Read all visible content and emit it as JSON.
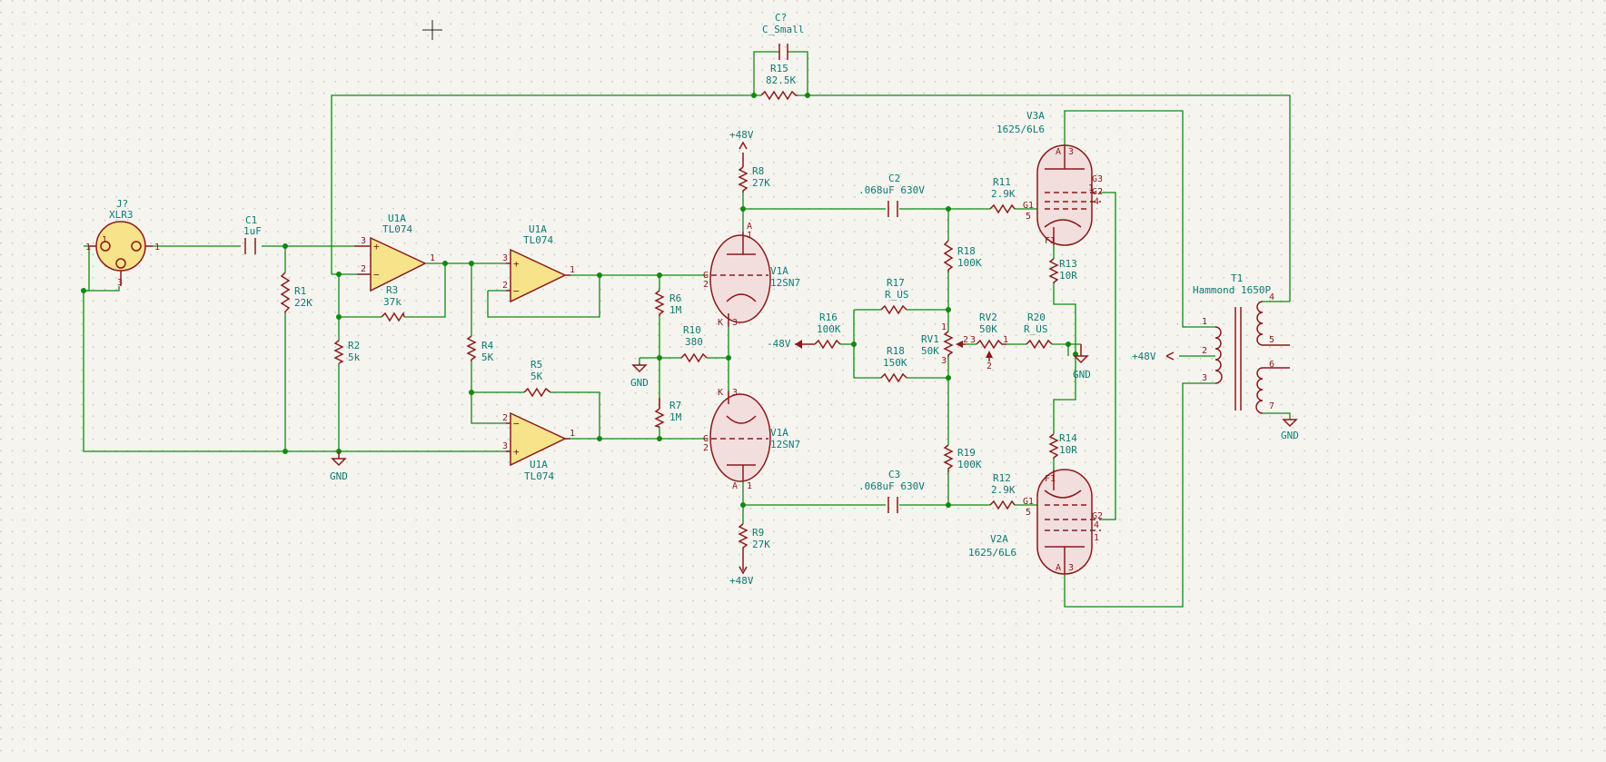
{
  "components": {
    "j1": {
      "ref": "J?",
      "value": "XLR3",
      "pins": [
        "1",
        "2",
        "1",
        "3"
      ]
    },
    "c1": {
      "ref": "C1",
      "value": "1uF"
    },
    "r1": {
      "ref": "R1",
      "value": "22K"
    },
    "u1a_1": {
      "ref": "U1A",
      "value": "TL074",
      "pins": [
        "3",
        "2",
        "1"
      ]
    },
    "u1a_2": {
      "ref": "U1A",
      "value": "TL074",
      "pins": [
        "3",
        "2",
        "1"
      ]
    },
    "u1a_3": {
      "ref": "U1A",
      "value": "TL074",
      "pins": [
        "2",
        "3",
        "1"
      ]
    },
    "r2": {
      "ref": "R2",
      "value": "5k"
    },
    "r3": {
      "ref": "R3",
      "value": "37k"
    },
    "r4": {
      "ref": "R4",
      "value": "5K"
    },
    "r5": {
      "ref": "R5",
      "value": "5K"
    },
    "r6": {
      "ref": "R6",
      "value": "1M"
    },
    "r7": {
      "ref": "R7",
      "value": "1M"
    },
    "r8": {
      "ref": "R8",
      "value": "27K"
    },
    "r9": {
      "ref": "R9",
      "value": "27K"
    },
    "r10": {
      "ref": "R10",
      "value": "380"
    },
    "r11": {
      "ref": "R11",
      "value": "2.9K"
    },
    "r12": {
      "ref": "R12",
      "value": "2.9K"
    },
    "r13": {
      "ref": "R13",
      "value": "10R"
    },
    "r14": {
      "ref": "R14",
      "value": "10R"
    },
    "r15": {
      "ref": "R15",
      "value": "82.5K"
    },
    "r16": {
      "ref": "R16",
      "value": "100K"
    },
    "r17": {
      "ref": "R17",
      "value": "R_US"
    },
    "r18a": {
      "ref": "R18",
      "value": "100K"
    },
    "r18b": {
      "ref": "R18",
      "value": "150K"
    },
    "r19": {
      "ref": "R19",
      "value": "100K"
    },
    "r20": {
      "ref": "R20",
      "value": "R_US"
    },
    "rv1": {
      "ref": "RV1",
      "value": "50K",
      "pins": [
        "1",
        "2",
        "3"
      ]
    },
    "rv2": {
      "ref": "RV2",
      "value": "50K",
      "pins": [
        "3",
        "1",
        "2"
      ]
    },
    "c2": {
      "ref": "C2",
      "value": ".068uF 630V"
    },
    "c3": {
      "ref": "C3",
      "value": ".068uF 630V"
    },
    "cq": {
      "ref": "C?",
      "value": "C_Small"
    },
    "v1a_top": {
      "ref": "V1A",
      "value": "12SN7",
      "pins": [
        "G",
        "2",
        "1",
        "A",
        "K",
        "3"
      ]
    },
    "v1a_bot": {
      "ref": "V1A",
      "value": "12SN7",
      "pins": [
        "G",
        "2",
        "K",
        "3",
        "A",
        "1"
      ]
    },
    "v3a": {
      "ref": "V3A",
      "value": "1625/6L6",
      "pins": [
        "A",
        "3",
        "G1",
        "5",
        "G3",
        "1",
        "G2",
        "4",
        "F1"
      ]
    },
    "v2a": {
      "ref": "V2A",
      "value": "1625/6L6",
      "pins": [
        "G1",
        "5",
        "G2",
        "4",
        "1",
        "A",
        "3",
        "F1"
      ]
    },
    "t1": {
      "ref": "T1",
      "value": "Hammond 1650P",
      "pins": [
        "1",
        "2",
        "3",
        "4",
        "5",
        "6",
        "7"
      ]
    }
  },
  "power": {
    "p48_top": "+48V",
    "p48_bot": "+48V",
    "p48_right": "+48V",
    "n48": "-48V",
    "gnd": "GND"
  }
}
